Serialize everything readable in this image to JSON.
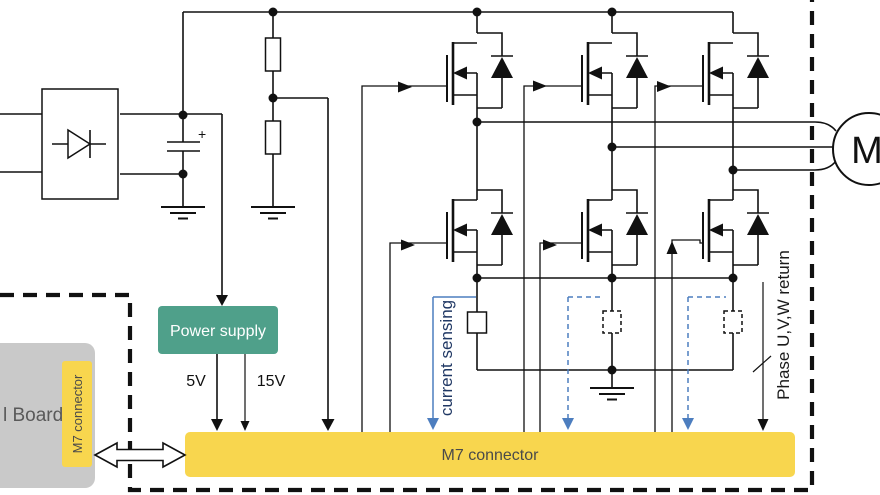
{
  "blocks": {
    "power_supply": "Power supply",
    "m7_connector_bar": "M7 connector",
    "control_board_visible": "l Board",
    "control_board_connector": "M7 connector"
  },
  "labels": {
    "v5": "5V",
    "v15": "15V",
    "current_sensing": "current sensing",
    "phase_return": "Phase U,V,W return",
    "motor": "M",
    "capacitor_plus": "+"
  },
  "colors": {
    "connector_yellow": "#F8D64E",
    "power_supply_teal": "#4FA08A",
    "board_gray": "#C9C9C9",
    "sense_blue": "#4D7EBF",
    "sense_text_navy": "#203864",
    "label_gray": "#595959"
  }
}
